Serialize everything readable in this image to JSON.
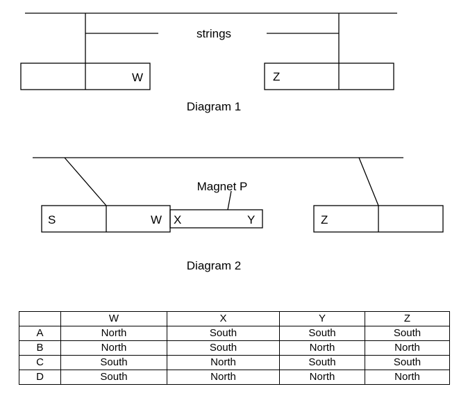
{
  "diagram1": {
    "strings_label": "strings",
    "magnet_left_end": "W",
    "magnet_right_end": "Z",
    "caption": "Diagram 1"
  },
  "diagram2": {
    "left_magnet_end_s": "S",
    "left_magnet_end_w": "W",
    "magnet_p_label": "Magnet P",
    "magnet_p_end_x": "X",
    "magnet_p_end_y": "Y",
    "right_magnet_end_z": "Z",
    "caption": "Diagram 2"
  },
  "table": {
    "headers": [
      "",
      "W",
      "X",
      "Y",
      "Z"
    ],
    "rows": [
      [
        "A",
        "North",
        "South",
        "South",
        "South"
      ],
      [
        "B",
        "North",
        "South",
        "North",
        "North"
      ],
      [
        "C",
        "South",
        "North",
        "South",
        "South"
      ],
      [
        "D",
        "South",
        "North",
        "North",
        "North"
      ]
    ]
  }
}
